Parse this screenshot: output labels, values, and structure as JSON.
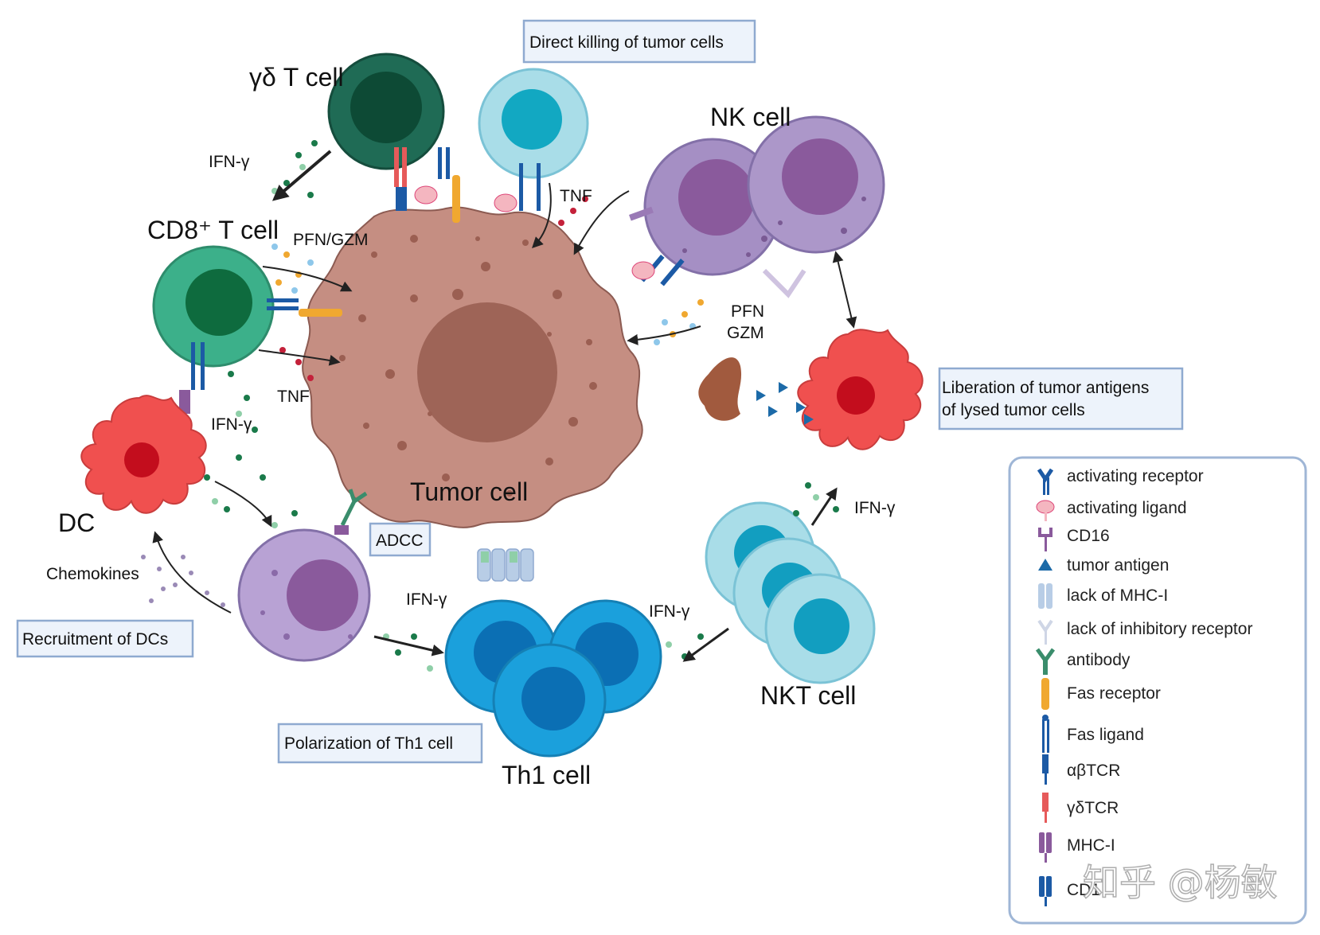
{
  "boxes": {
    "direct_killing": "Direct killing of tumor cells",
    "liberation_line1": "Liberation of tumor antigens",
    "liberation_line2": "of lysed tumor cells",
    "recruitment": "Recruitment of DCs",
    "polarization": "Polarization of Th1 cell",
    "adcc": "ADCC"
  },
  "cells": {
    "gd_t": "γδ T cell",
    "cd8_t": "CD8⁺ T cell",
    "nk": "NK cell",
    "tumor": "Tumor cell",
    "dc": "DC",
    "th1": "Th1 cell",
    "nkt": "NKT cell"
  },
  "molecules": {
    "ifn_g": "IFN-γ",
    "tnf": "TNF",
    "pfn_gzm": "PFN/GZM",
    "pfn": "PFN",
    "gzm": "GZM",
    "chemokines": "Chemokines"
  },
  "legend": [
    {
      "icon": "activating-receptor-icon",
      "label": "activating receptor"
    },
    {
      "icon": "activating-ligand-icon",
      "label": "activating ligand"
    },
    {
      "icon": "cd16-icon",
      "label": "CD16"
    },
    {
      "icon": "tumor-antigen-icon",
      "label": "tumor antigen"
    },
    {
      "icon": "lack-of-mhc-i-icon",
      "label": "lack of MHC-I"
    },
    {
      "icon": "lack-of-inhibitory-receptor-icon",
      "label": "lack of inhibitory receptor"
    },
    {
      "icon": "antibody-icon",
      "label": "antibody"
    },
    {
      "icon": "fas-receptor-icon",
      "label": "Fas receptor"
    },
    {
      "icon": "fas-ligand-icon",
      "label": "Fas ligand"
    },
    {
      "icon": "ab-tcr-icon",
      "label": "αβTCR"
    },
    {
      "icon": "gd-tcr-icon",
      "label": "γδTCR"
    },
    {
      "icon": "mhc-i-icon",
      "label": "MHC-I"
    },
    {
      "icon": "cd1-icon",
      "label": "CD1"
    }
  ],
  "watermark": "知乎 @杨敏",
  "colors": {
    "tumor": "#c58e82",
    "gd_t": "#1f6b55",
    "cd8": "#3cb08a",
    "th1": "#1ba0dc",
    "nkt": "#a9dde8",
    "nk": "#a58fc4",
    "dc": "#f0504f",
    "box_fill": "#edf3fb",
    "box_stroke": "#8faad0"
  }
}
